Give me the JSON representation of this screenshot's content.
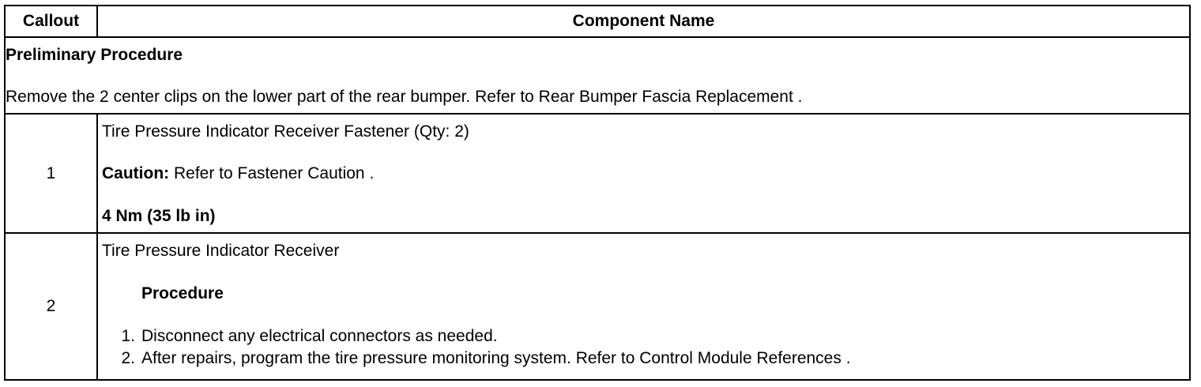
{
  "table": {
    "headers": {
      "callout": "Callout",
      "component_name": "Component Name"
    },
    "preliminary": {
      "title": "Preliminary Procedure",
      "text": "Remove the 2 center clips on the lower part of the rear bumper. Refer to Rear Bumper Fascia Replacement ."
    },
    "rows": [
      {
        "callout": "1",
        "name": "Tire Pressure Indicator Receiver Fastener (Qty: 2)",
        "caution_label": "Caution:",
        "caution_text": " Refer to Fastener Caution .",
        "torque": "4 Nm (35 lb in)"
      },
      {
        "callout": "2",
        "name": "Tire Pressure Indicator Receiver",
        "procedure_title": "Procedure",
        "steps": [
          {
            "num": "1.",
            "text": "Disconnect any electrical connectors as needed."
          },
          {
            "num": "2.",
            "text": "After repairs, program the tire pressure monitoring system. Refer to Control Module References ."
          }
        ]
      }
    ]
  }
}
